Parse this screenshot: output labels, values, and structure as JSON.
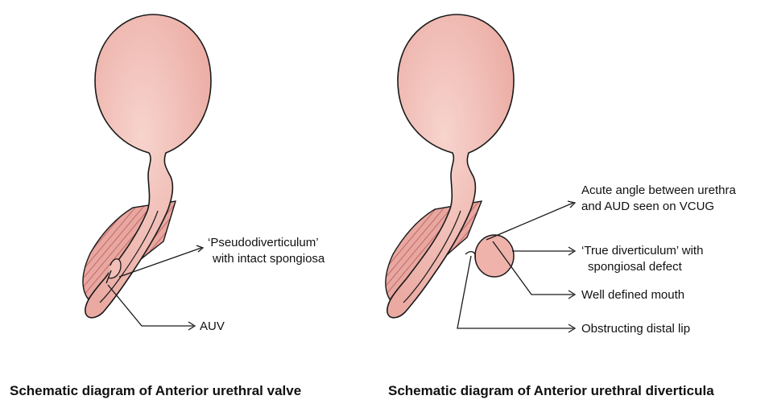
{
  "left_panel": {
    "caption": "Schematic diagram of Anterior urethral valve",
    "labels": {
      "pseudo_line1": "‘Pseudodiverticulum’",
      "pseudo_line2": "with intact spongiosa",
      "auv": "AUV"
    }
  },
  "right_panel": {
    "caption": "Schematic diagram of Anterior urethral diverticula",
    "labels": {
      "acute_line1": "Acute angle between urethra",
      "acute_line2": "and AUD seen on VCUG",
      "true_line1": "‘True diverticulum’ with",
      "true_line2": "spongiosal defect",
      "mouth": "Well defined mouth",
      "lip": "Obstructing distal lip"
    }
  },
  "colors": {
    "tissue_fill": "#f2c0b8",
    "tissue_shade": "#e59b94",
    "hatch": "#b85a58",
    "outline": "#1a1a1a"
  }
}
